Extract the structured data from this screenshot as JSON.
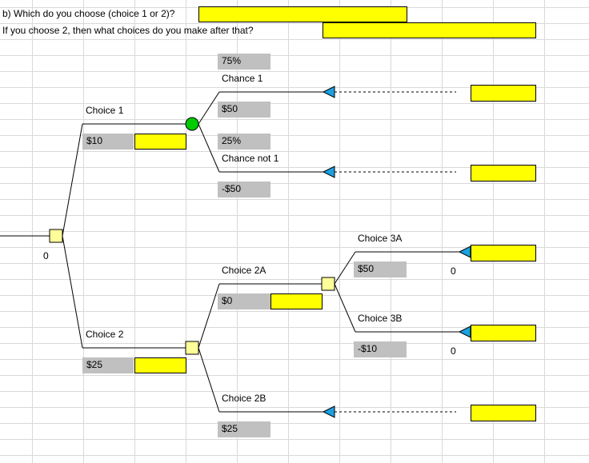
{
  "questions": {
    "b_line1": "b) Which do you choose (choice 1 or 2)?",
    "b_line2": "If you choose 2, then what choices do you make after that?"
  },
  "tree": {
    "root_value": "0",
    "choice1": {
      "label": "Choice 1",
      "value": "$10"
    },
    "chance1": {
      "prob": "75%",
      "label": "Chance 1",
      "value": "$50"
    },
    "chance_not1": {
      "prob": "25%",
      "label": "Chance not 1",
      "value": "-$50"
    },
    "choice2": {
      "label": "Choice 2",
      "value": "$25"
    },
    "choice2a": {
      "label": "Choice 2A",
      "value": "$0"
    },
    "choice3a": {
      "label": "Choice 3A",
      "value": "$50",
      "result": "0"
    },
    "choice3b": {
      "label": "Choice 3B",
      "value": "-$10",
      "result": "0"
    },
    "choice2b": {
      "label": "Choice 2B",
      "value": "$25"
    }
  },
  "colors": {
    "decision_node": "#ffff99",
    "chance_node": "#00cc00",
    "terminal_node": "#1ba1e2",
    "input_cell": "#ffff00",
    "value_cell": "#c0c0c0"
  },
  "icons": {
    "decision": "square-decision-node-icon",
    "chance": "circle-chance-node-icon",
    "terminal": "triangle-terminal-node-icon"
  }
}
